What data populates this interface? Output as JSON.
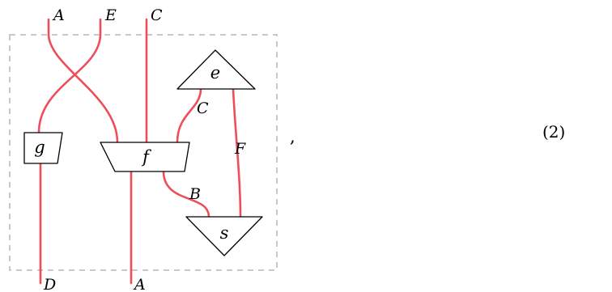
{
  "diagram": {
    "top_wire_labels": [
      "A",
      "E",
      "C"
    ],
    "bottom_wire_labels": [
      "D",
      "A"
    ],
    "boxes": {
      "g": "g",
      "f": "f",
      "e": "e",
      "s": "s"
    },
    "inner_wire_labels": {
      "c": "C",
      "f": "F",
      "b": "B"
    },
    "trailing_punctuation": ","
  },
  "equation_number": "(2)",
  "colors": {
    "wire": "#ee4e5a",
    "frame": "#c8c8c8",
    "box_stroke": "#000000"
  }
}
